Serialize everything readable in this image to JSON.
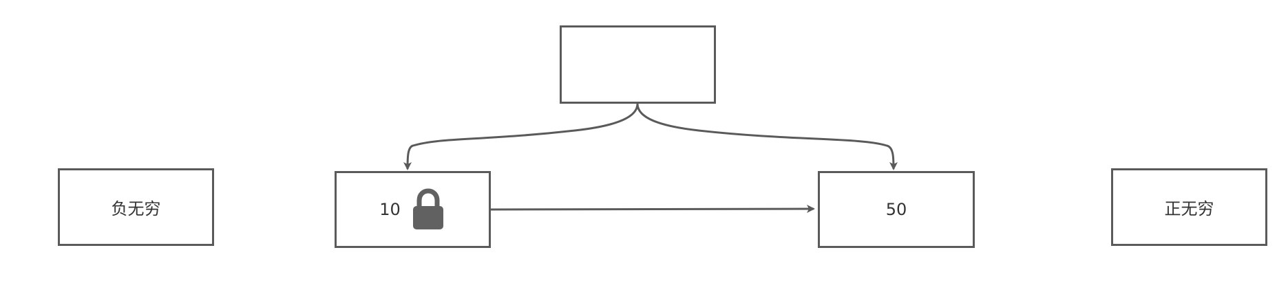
{
  "nodes": {
    "top": "",
    "negative_infinity": "负无穷",
    "ten": "10",
    "fifty": "50",
    "positive_infinity": "正无穷"
  },
  "colors": {
    "stroke": "#5a5a5a",
    "text": "#333333",
    "lock": "#616161"
  },
  "icons": {
    "lock": "lock-icon"
  }
}
